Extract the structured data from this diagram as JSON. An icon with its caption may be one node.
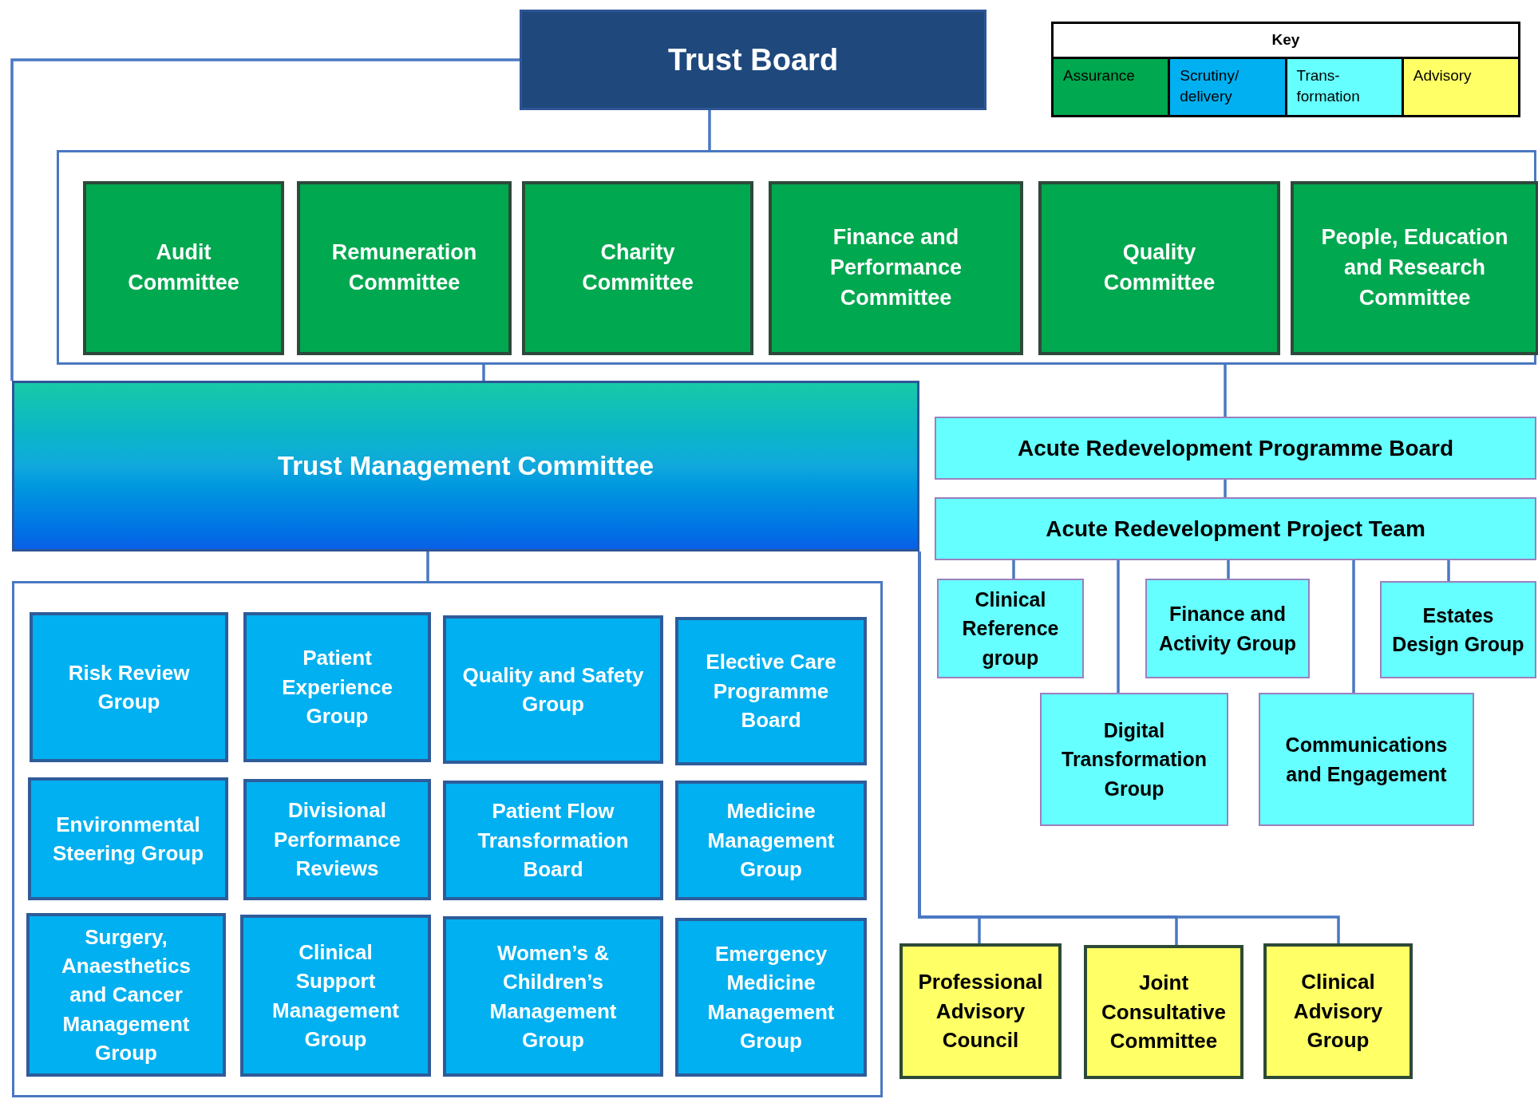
{
  "diagram": {
    "nodes": [
      {
        "text": [
          "Trust Board"
        ]
      },
      {
        "text": [],
        "shape": "box"
      },
      {
        "text": [
          "Audit Committee"
        ],
        "in": 1
      },
      {
        "text": [
          "Remuneration Committee"
        ],
        "in": 1
      },
      {
        "text": [
          "Charity Committee"
        ],
        "in": 1
      },
      {
        "text": [
          "Finance and Performance Committee"
        ],
        "in": 1
      },
      {
        "text": [
          "Quality Committee"
        ],
        "in": 1
      },
      {
        "text": [
          "People, Education and Research Committee"
        ],
        "in": 1
      },
      {
        "text": [
          "Trust Management Committee"
        ]
      },
      {
        "text": [
          "Acute Redevelopment Programme Board"
        ]
      },
      {
        "text": [
          "Acute Redevelopment Project Team"
        ]
      },
      {
        "text": [
          "Clinical Reference group"
        ]
      },
      {
        "text": [
          "Finance and Activity Group"
        ]
      },
      {
        "text": [
          "Estates Design Group"
        ]
      },
      {
        "text": [
          "Digital Transformation Group"
        ]
      },
      {
        "text": [
          "Communications and Engagement"
        ]
      },
      {
        "text": [],
        "shape": "box"
      },
      {
        "text": [
          "Risk Review Group"
        ],
        "in": 16
      },
      {
        "text": [
          "Patient Experience Group"
        ],
        "in": 16
      },
      {
        "text": [
          "Quality and Safety Group"
        ],
        "in": 16
      },
      {
        "text": [
          "Elective Care Programme Board"
        ],
        "in": 16
      },
      {
        "text": [
          "Environmental Steering Group"
        ],
        "in": 16
      },
      {
        "text": [
          "Divisional Performance Reviews"
        ],
        "in": 16
      },
      {
        "text": [
          "Patient Flow Transformation Board"
        ],
        "in": 16
      },
      {
        "text": [
          "Medicine Management Group"
        ],
        "in": 16
      },
      {
        "text": [
          "Surgery, Anaesthetics and Cancer Management Group"
        ],
        "in": 16
      },
      {
        "text": [
          "Clinical Support Management Group"
        ],
        "in": 16
      },
      {
        "text": [
          "Women’s & Children’s Management Group"
        ],
        "in": 16
      },
      {
        "text": [
          "Emergency Medicine Management Group"
        ],
        "in": 16
      },
      {
        "text": [
          "Professional Advisory Council"
        ]
      },
      {
        "text": [
          "Joint Consultative Committee"
        ]
      },
      {
        "text": [
          "Clinical Advisory Group"
        ]
      }
    ],
    "edges": [
      {
        "from": 0,
        "to": 1,
        "arrow": "none"
      },
      {
        "from": 0,
        "to": 8,
        "arrow": "none"
      },
      {
        "from": 1,
        "to": 8,
        "arrow": "none"
      },
      {
        "from": 1,
        "to": 9,
        "arrow": "none"
      },
      {
        "from": 8,
        "to": 16,
        "arrow": "none"
      },
      {
        "from": 8,
        "to": 29,
        "arrow": "none"
      },
      {
        "from": 8,
        "to": 30,
        "arrow": "none"
      },
      {
        "from": 8,
        "to": 31,
        "arrow": "none"
      },
      {
        "from": 9,
        "to": 10,
        "arrow": "none"
      },
      {
        "from": 10,
        "to": 11,
        "arrow": "none"
      },
      {
        "from": 10,
        "to": 12,
        "arrow": "none"
      },
      {
        "from": 10,
        "to": 13,
        "arrow": "none"
      },
      {
        "from": 10,
        "to": 14,
        "arrow": "none"
      },
      {
        "from": 10,
        "to": 15,
        "arrow": "none"
      }
    ],
    "labels": [
      "Key"
    ],
    "legend": [
      {
        "text": "Assurance",
        "color": "#00a84f"
      },
      {
        "text": "Scrutiny/ delivery",
        "color": "#00b0f0"
      },
      {
        "text": "Trans- formation",
        "color": "#66ffff"
      },
      {
        "text": "Advisory",
        "color": "#ffff66"
      }
    ]
  }
}
